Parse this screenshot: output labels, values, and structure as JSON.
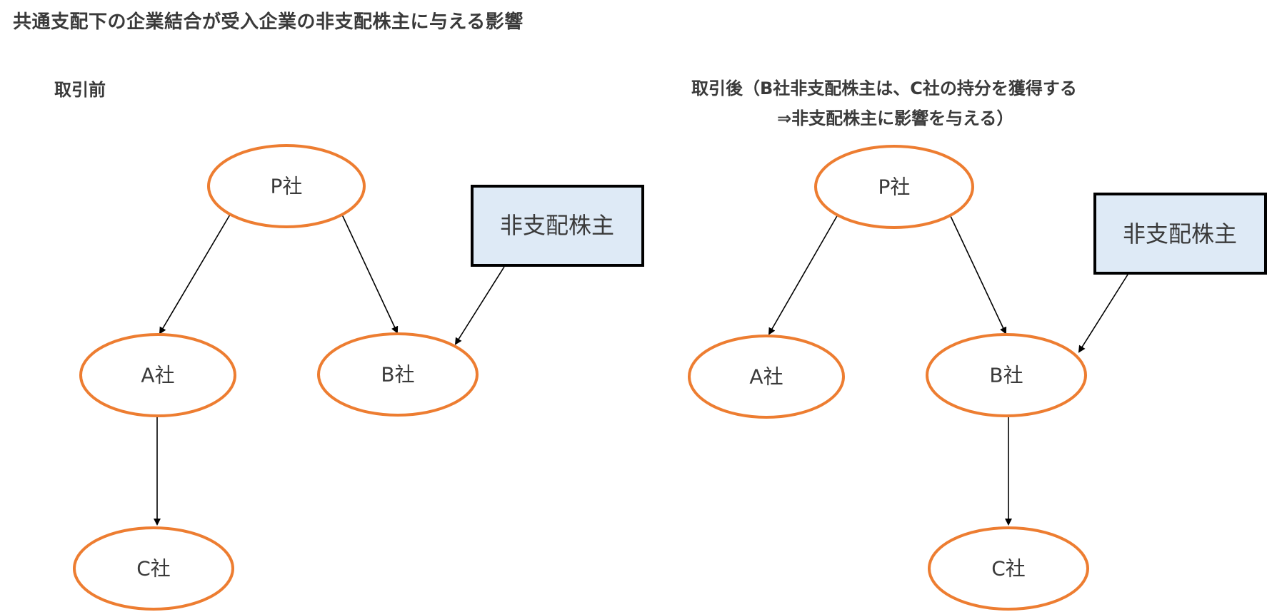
{
  "title": "共通支配下の企業結合が受入企業の非支配株主に与える影響",
  "colors": {
    "ellipse_stroke": "#ed7d31",
    "box_fill": "#deeaf6",
    "box_stroke": "#000000",
    "arrow": "#000000",
    "text": "#3a3a3a"
  },
  "before": {
    "heading": "取引前",
    "nodes": {
      "p": "P社",
      "a": "A社",
      "b": "B社",
      "c": "C社",
      "nci": "非支配株主"
    }
  },
  "after": {
    "heading_line1": "取引後（B社非支配株主は、C社の持分を獲得する",
    "heading_line2": "⇒非支配株主に影響を与える）",
    "nodes": {
      "p": "P社",
      "a": "A社",
      "b": "B社",
      "c": "C社",
      "nci": "非支配株主"
    }
  }
}
